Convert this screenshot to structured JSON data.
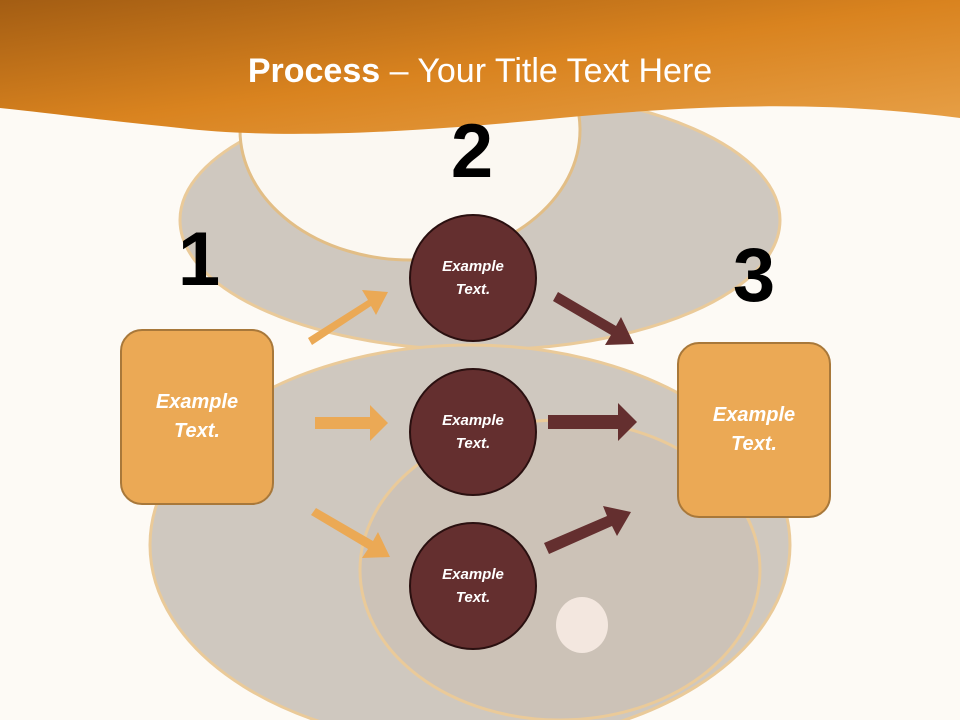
{
  "title": {
    "bold": "Process",
    "rest": " – Your Title Text Here"
  },
  "steps": {
    "one": "1",
    "two": "2",
    "three": "3"
  },
  "left_box": {
    "line1": "Example",
    "line2": "Text."
  },
  "right_box": {
    "line1": "Example",
    "line2": "Text."
  },
  "circles": [
    {
      "line1": "Example",
      "line2": "Text."
    },
    {
      "line1": "Example",
      "line2": "Text."
    },
    {
      "line1": "Example",
      "line2": "Text."
    }
  ],
  "colors": {
    "header": "#d9831f",
    "box": "#eba955",
    "circle": "#642f2f",
    "arrow_light": "#eba955",
    "arrow_dark": "#642f2f"
  }
}
